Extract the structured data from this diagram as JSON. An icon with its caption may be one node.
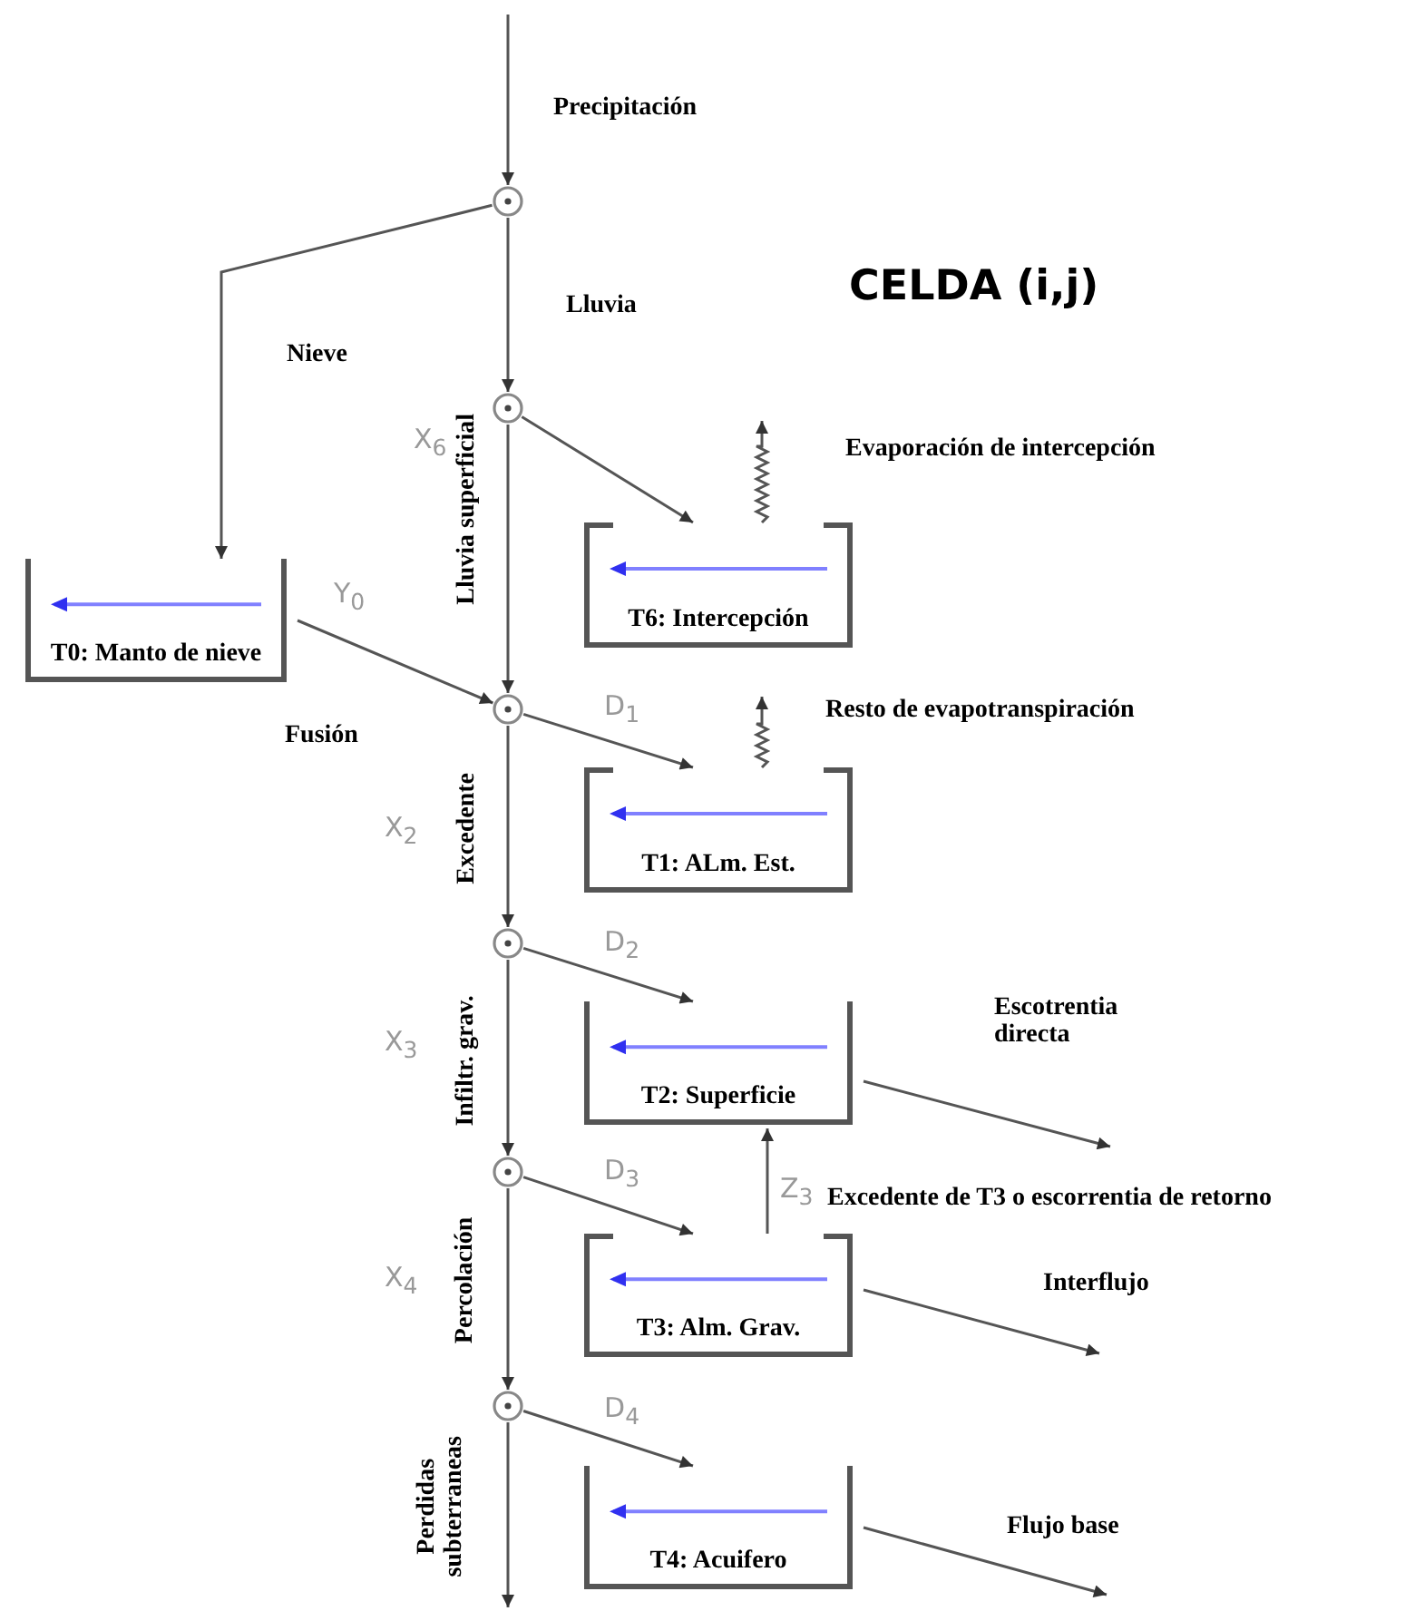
{
  "diagram": {
    "nodes": [
      {
        "text": [],
        "shape": "circle"
      },
      {
        "text": [],
        "shape": "circle"
      },
      {
        "text": [
          "T6: Intercepción"
        ]
      },
      {
        "text": [
          "T0: Manto de nieve"
        ]
      },
      {
        "text": [],
        "shape": "circle"
      },
      {
        "text": [
          "T1: ALm. Est."
        ]
      },
      {
        "text": [],
        "shape": "circle"
      },
      {
        "text": [
          "T2: Superficie"
        ]
      },
      {
        "text": [],
        "shape": "circle"
      },
      {
        "text": [
          "T3: Alm. Grav."
        ]
      },
      {
        "text": [],
        "shape": "circle"
      },
      {
        "text": [
          "T4: Acuifero"
        ]
      }
    ],
    "edges": [
      {
        "from": null,
        "to": 0,
        "arrow": "to",
        "label": "Precipitación"
      },
      {
        "from": 0,
        "to": 3,
        "arrow": "to",
        "label": "Nieve"
      },
      {
        "from": 0,
        "to": 1,
        "arrow": "to",
        "label": "Lluvia"
      },
      {
        "from": 1,
        "to": 2,
        "arrow": "to"
      },
      {
        "from": 2,
        "to": null,
        "arrow": "to",
        "label": "Evaporación de intercepción"
      },
      {
        "from": 1,
        "to": 4,
        "arrow": "to",
        "label": "Lluvia superficial"
      },
      {
        "from": 3,
        "to": 4,
        "arrow": "to",
        "label": "Y$_{0}$"
      },
      {
        "from": 4,
        "to": 5,
        "arrow": "to",
        "label": "D$_{1}$"
      },
      {
        "from": 5,
        "to": null,
        "arrow": "to",
        "label": "Resto de evapotranspiración"
      },
      {
        "from": 4,
        "to": 6,
        "arrow": "to",
        "label": "Excedente"
      },
      {
        "from": 6,
        "to": 7,
        "arrow": "to",
        "label": "D$_{2}$"
      },
      {
        "from": 7,
        "to": null,
        "arrow": "to",
        "label": "Escotrentia directa"
      },
      {
        "from": 6,
        "to": 8,
        "arrow": "to",
        "label": "Infiltr. grav."
      },
      {
        "from": 8,
        "to": 9,
        "arrow": "to",
        "label": "D$_{3}$"
      },
      {
        "from": 9,
        "to": 7,
        "arrow": "to",
        "label": "Z$_{3}$"
      },
      {
        "from": 9,
        "to": null,
        "arrow": "to",
        "label": "Interflujo"
      },
      {
        "from": 8,
        "to": 10,
        "arrow": "to",
        "label": "Percolación"
      },
      {
        "from": 10,
        "to": 11,
        "arrow": "to",
        "label": "D$_{4}$"
      },
      {
        "from": 11,
        "to": null,
        "arrow": "to",
        "label": "Flujo base"
      },
      {
        "from": 10,
        "to": null,
        "arrow": "to",
        "label": "Perdidas subterraneas"
      }
    ],
    "labels": [
      "CELDA (i,j)",
      "X$_{6}$",
      "Fusión",
      "X$_{2}$",
      "X$_{3}$",
      "Excedente de T3 o escorrentia de retorno",
      "X$_{4}$"
    ]
  }
}
